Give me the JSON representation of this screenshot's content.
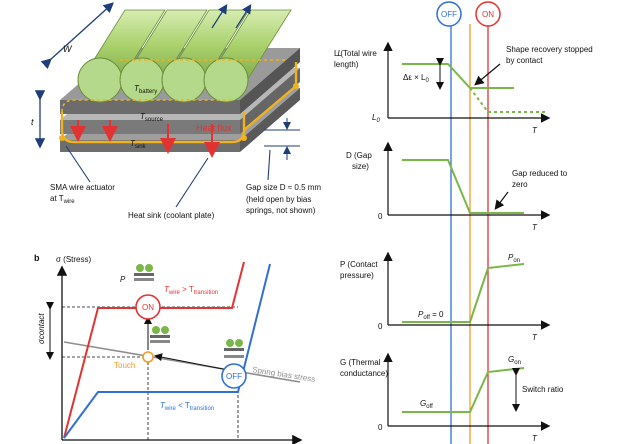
{
  "colors": {
    "off": "#2f6fd6",
    "on": "#e23232",
    "touch": "#f59a2a",
    "green": "#7ab648",
    "gray": "#8f8f8f"
  },
  "panel_a": {
    "w_label": "W",
    "t_label": "t",
    "t_battery": "T",
    "t_battery_sub": "battery",
    "t_source": "T",
    "t_source_sub": "source",
    "t_sink": "T",
    "t_sink_sub": "sink",
    "heat_flux": "Heat flux",
    "sma_line1": "SMA wire actuator",
    "sma_line2": "at T",
    "sma_sub": "wire",
    "heat_sink": "Heat sink (coolant plate)",
    "gap_line1": "Gap size D ≈ 0.5 mm",
    "gap_line2": "(held open by bias",
    "gap_line3": "springs, not shown)"
  },
  "panel_b": {
    "letter": "b",
    "y_axis": "σ (Stress)",
    "contact": "σcontact",
    "p_label": "P",
    "on_label": "ON",
    "off_label": "OFF",
    "touch_label": "Touch",
    "spring_label": "Spring bias stress",
    "hot_cond_a": "T",
    "hot_cond_b": "wire",
    "hot_cond_c": " > T",
    "hot_cond_d": "transition",
    "cold_cond_a": "T",
    "cold_cond_b": "wire",
    "cold_cond_c": " < T",
    "cold_cond_d": "transition"
  },
  "right": {
    "off_badge": "OFF",
    "on_badge": "ON",
    "L_title1": "L (Total wire",
    "L_title2": "length)",
    "L_delta": "Δε × L",
    "L_delta_sub": "0",
    "L0": "L",
    "L0_sub": "0",
    "L_note1": "Shape recovery stopped",
    "L_note2": "by contact",
    "D_title1": "D (Gap",
    "D_title2": "size)",
    "D_note1": "Gap reduced to",
    "D_note2": "zero",
    "P_title1": "P (Contact",
    "P_title2": "pressure)",
    "P_on": "P",
    "P_on_sub": "on",
    "P_off": "P",
    "P_off_sub": "off",
    "P_off_eq": " = 0",
    "G_title1": "G (Thermal",
    "G_title2": "conductance)",
    "G_on": "G",
    "G_on_sub": "on",
    "G_off": "G",
    "G_off_sub": "off",
    "G_note": "Switch ratio",
    "zero": "0",
    "t_axis": "T"
  }
}
